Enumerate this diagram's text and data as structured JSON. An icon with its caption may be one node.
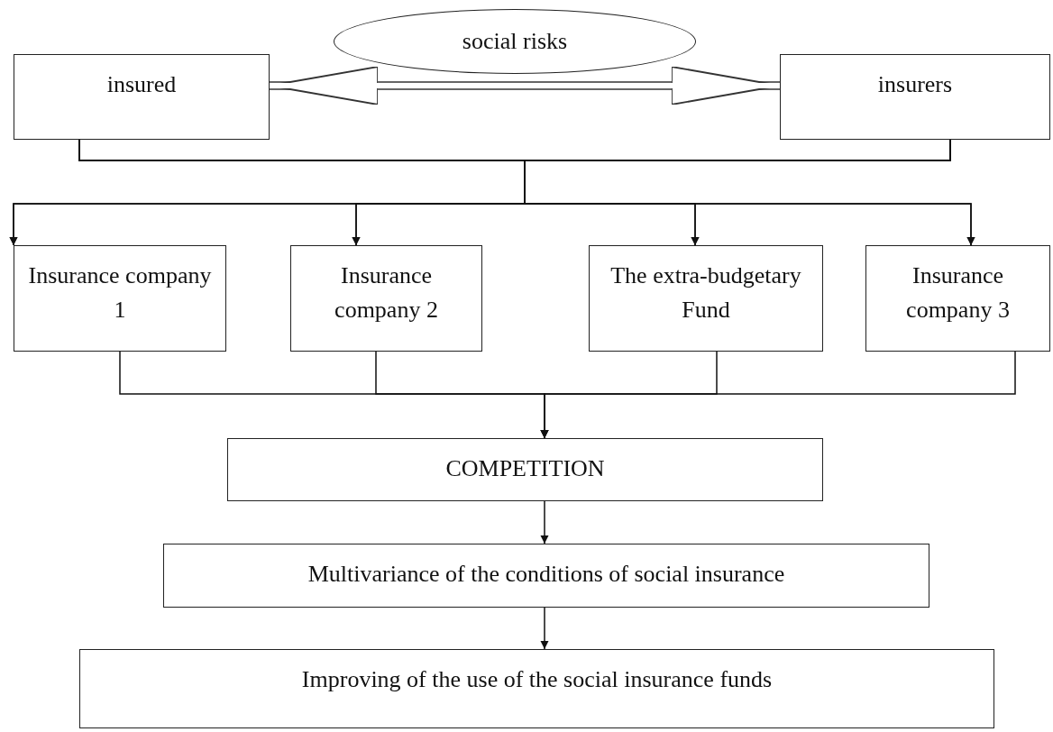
{
  "diagram": {
    "nodes": [
      {
        "text": [
          "social risks"
        ]
      },
      {
        "text": [
          "insured"
        ]
      },
      {
        "text": [
          "insurers"
        ]
      },
      {
        "text": [
          "Insurance company 1"
        ]
      },
      {
        "text": [
          "Insurance company 2"
        ]
      },
      {
        "text": [
          "The extra-budgetary Fund"
        ]
      },
      {
        "text": [
          "Insurance company 3"
        ]
      },
      {
        "text": [
          "COMPETITION"
        ]
      },
      {
        "text": [
          "Multivariance of the conditions of social insurance"
        ]
      },
      {
        "text": [
          "Improving of the use of the social insurance funds"
        ]
      }
    ],
    "edges": [
      {
        "from": 1,
        "to": 2,
        "arrow": "both",
        "style": "thick"
      },
      {
        "from": 1,
        "to": 3,
        "arrow": "to"
      },
      {
        "from": 1,
        "to": 4,
        "arrow": "to"
      },
      {
        "from": 1,
        "to": 5,
        "arrow": "to"
      },
      {
        "from": 1,
        "to": 6,
        "arrow": "to"
      },
      {
        "from": 2,
        "to": 3,
        "arrow": "to"
      },
      {
        "from": 2,
        "to": 4,
        "arrow": "to"
      },
      {
        "from": 2,
        "to": 5,
        "arrow": "to"
      },
      {
        "from": 2,
        "to": 6,
        "arrow": "to"
      },
      {
        "from": 3,
        "to": 7,
        "arrow": "to"
      },
      {
        "from": 4,
        "to": 7,
        "arrow": "to"
      },
      {
        "from": 5,
        "to": 7,
        "arrow": "to"
      },
      {
        "from": 6,
        "to": 7,
        "arrow": "to"
      },
      {
        "from": 7,
        "to": 8,
        "arrow": "to"
      },
      {
        "from": 8,
        "to": 9,
        "arrow": "to"
      }
    ]
  }
}
